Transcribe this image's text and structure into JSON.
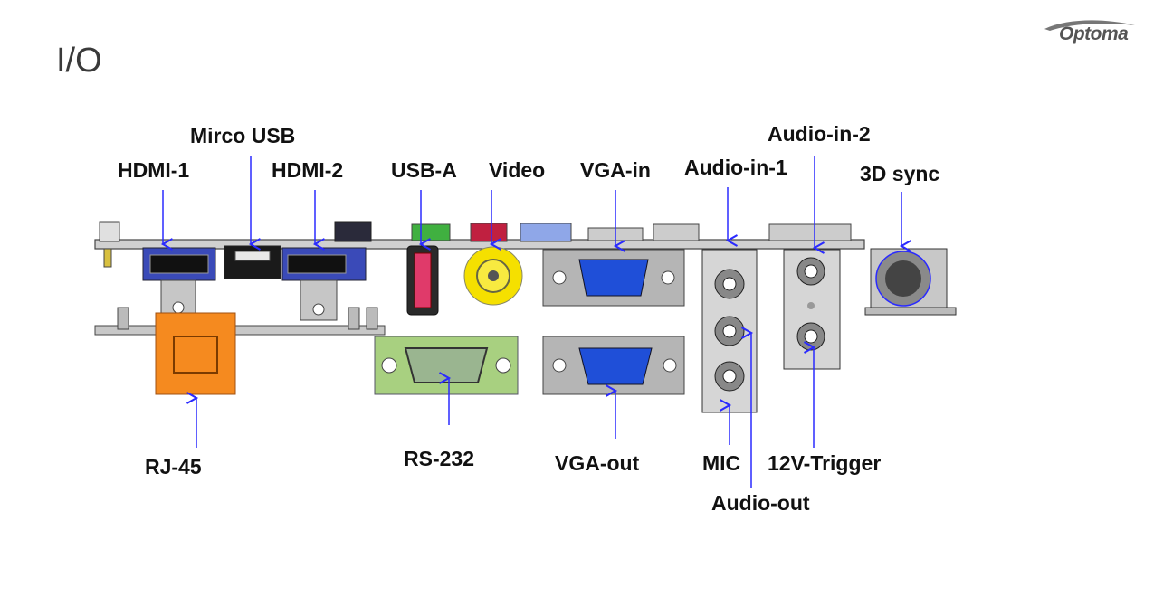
{
  "slide": {
    "title": "I/O",
    "logo_text": "Optoma"
  },
  "labels": {
    "micro_usb": "Mirco USB",
    "hdmi1": "HDMI-1",
    "hdmi2": "HDMI-2",
    "usb_a": "USB-A",
    "video": "Video",
    "vga_in": "VGA-in",
    "audio_in_1": "Audio-in-1",
    "audio_in_2": "Audio-in-2",
    "sync_3d": "3D sync",
    "rj45": "RJ-45",
    "rs232": "RS-232",
    "vga_out": "VGA-out",
    "mic": "MIC",
    "trigger_12v": "12V-Trigger",
    "audio_out": "Audio-out"
  },
  "colors": {
    "arrow": "#2a2aff",
    "rj45": "#f58a1f",
    "rs232": "#a8d080",
    "vga": "#1f4fd8",
    "video": "#f5e000",
    "usb": "#e03a6a",
    "panel_gray": "#b5b5b5"
  }
}
